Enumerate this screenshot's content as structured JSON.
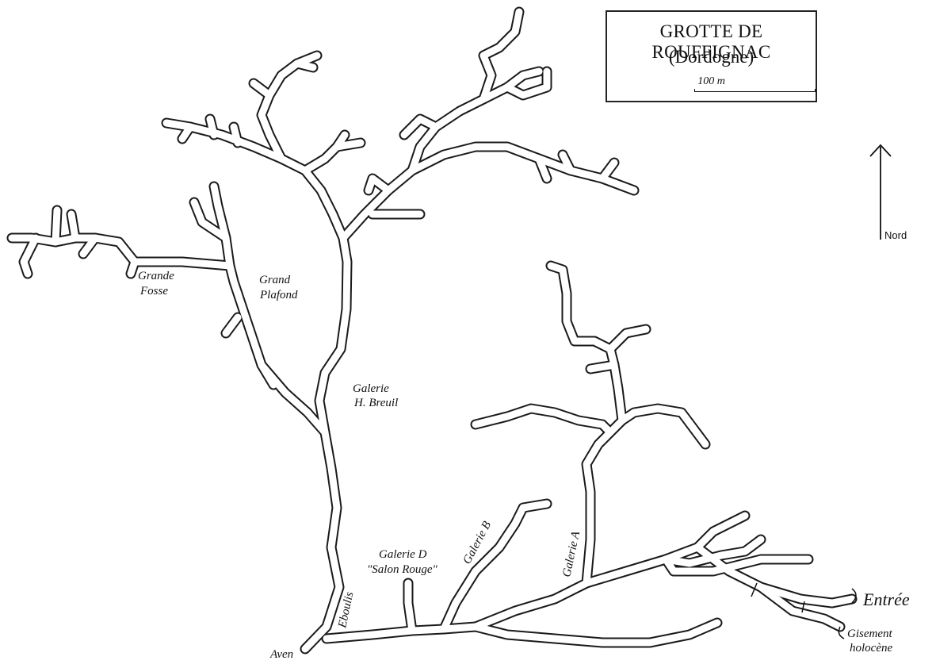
{
  "title": {
    "name": "GROTTE DE ROUFFIGNAC",
    "region": "(Dordogne)",
    "scale_label": "100 m"
  },
  "north_label": "Nord",
  "labels": {
    "grande_fosse_1": "Grande",
    "grande_fosse_2": "Fosse",
    "grand_plafond_1": "Grand",
    "grand_plafond_2": "Plafond",
    "galerie_breuil_1": "Galerie",
    "galerie_breuil_2": "H. Breuil",
    "galerie_d_1": "Galerie D",
    "galerie_d_2": "\"Salon Rouge\"",
    "galerie_b": "Galerie B",
    "galerie_a": "Galerie A",
    "eboulis": "Eboulis",
    "aven": "Aven",
    "entree": "Entrée",
    "gisement_1": "Gisement",
    "gisement_2": "holocène"
  }
}
